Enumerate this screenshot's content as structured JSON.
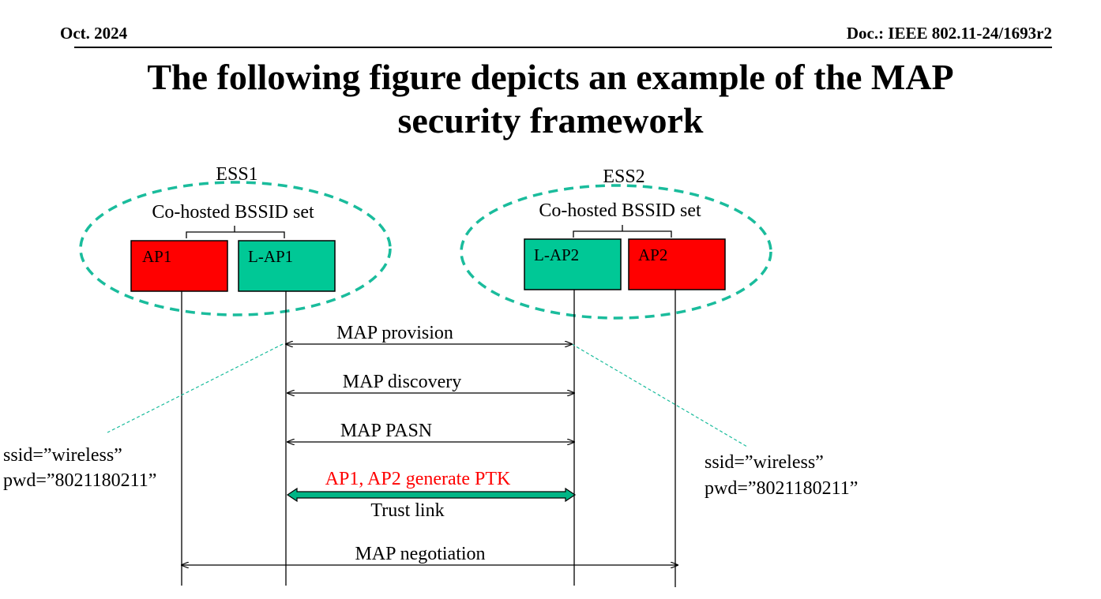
{
  "header": {
    "date": "Oct. 2024",
    "doc_id": "Doc.: IEEE 802.11-24/1693r2"
  },
  "title": {
    "line1": "The following figure depicts an example of the MAP",
    "line2": "security framework"
  },
  "colors": {
    "ap_red": "#ff0000",
    "lap_green": "#00c896",
    "ellipse_teal": "#1abc9c",
    "trust_arrow": "#00b585",
    "highlight_text": "#ff0000"
  },
  "ess1": {
    "label": "ESS1",
    "cohosted_label": "Co-hosted BSSID set",
    "boxes": [
      "AP1",
      "L-AP1"
    ]
  },
  "ess2": {
    "label": "ESS2",
    "cohosted_label": "Co-hosted BSSID set",
    "boxes": [
      "L-AP2",
      "AP2"
    ]
  },
  "messages": {
    "provision": "MAP provision",
    "discovery": "MAP discovery",
    "pasn": "MAP PASN",
    "ptk": "AP1, AP2 generate PTK",
    "trust": "Trust link",
    "negotiation": "MAP negotiation"
  },
  "left_note": {
    "ssid": "ssid=”wireless”",
    "pwd": "pwd=”8021180211”"
  },
  "right_note": {
    "ssid": "ssid=”wireless”",
    "pwd": "pwd=”8021180211”"
  }
}
